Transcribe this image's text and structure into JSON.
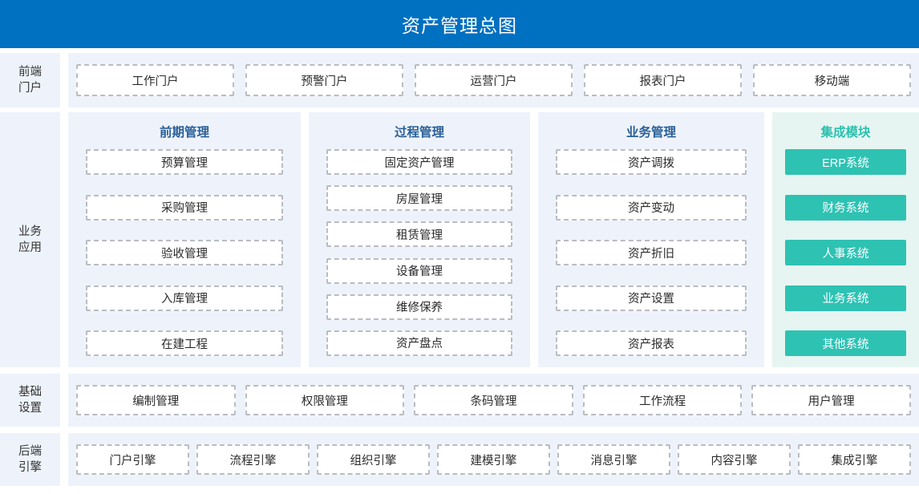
{
  "header": {
    "title": "资产管理总图",
    "background_color": "#0070c0",
    "text_color": "#ffffff"
  },
  "colors": {
    "header_blue": "#0070c0",
    "panel_blue": "#eef3fb",
    "panel_green": "#e6f5f1",
    "chip_teal": "#2ec2b3",
    "title_blue": "#2a6099",
    "title_teal": "#2bbfae",
    "chip_border": "#b9bcc2",
    "chip_fill": "#ffffff"
  },
  "rows": {
    "portal": {
      "label_line1": "前端",
      "label_line2": "门户",
      "items": [
        {
          "label": "工作门户"
        },
        {
          "label": "预警门户"
        },
        {
          "label": "运营门户"
        },
        {
          "label": "报表门户"
        },
        {
          "label": "移动端"
        }
      ]
    },
    "business": {
      "label_line1": "业务",
      "label_line2": "应用",
      "columns": [
        {
          "title": "前期管理",
          "style": "dashed",
          "items": [
            {
              "label": "预算管理"
            },
            {
              "label": "采购管理"
            },
            {
              "label": "验收管理"
            },
            {
              "label": "入库管理"
            },
            {
              "label": "在建工程"
            }
          ]
        },
        {
          "title": "过程管理",
          "style": "dashed",
          "items": [
            {
              "label": "固定资产管理"
            },
            {
              "label": "房屋管理"
            },
            {
              "label": "租赁管理"
            },
            {
              "label": "设备管理"
            },
            {
              "label": "维修保养"
            },
            {
              "label": "资产盘点"
            }
          ]
        },
        {
          "title": "业务管理",
          "style": "dashed",
          "items": [
            {
              "label": "资产调拨"
            },
            {
              "label": "资产变动"
            },
            {
              "label": "资产折旧"
            },
            {
              "label": "资产设置"
            },
            {
              "label": "资产报表"
            }
          ]
        },
        {
          "title": "集成模块",
          "style": "solid-teal",
          "items": [
            {
              "label": "ERP系统"
            },
            {
              "label": "财务系统"
            },
            {
              "label": "人事系统"
            },
            {
              "label": "业务系统"
            },
            {
              "label": "其他系统"
            }
          ]
        }
      ]
    },
    "base": {
      "label_line1": "基础",
      "label_line2": "设置",
      "items": [
        {
          "label": "编制管理"
        },
        {
          "label": "权限管理"
        },
        {
          "label": "条码管理"
        },
        {
          "label": "工作流程"
        },
        {
          "label": "用户管理"
        }
      ]
    },
    "engine": {
      "label_line1": "后端",
      "label_line2": "引擎",
      "items": [
        {
          "label": "门户引擎"
        },
        {
          "label": "流程引擎"
        },
        {
          "label": "组织引擎"
        },
        {
          "label": "建模引擎"
        },
        {
          "label": "消息引擎"
        },
        {
          "label": "内容引擎"
        },
        {
          "label": "集成引擎"
        }
      ]
    }
  }
}
